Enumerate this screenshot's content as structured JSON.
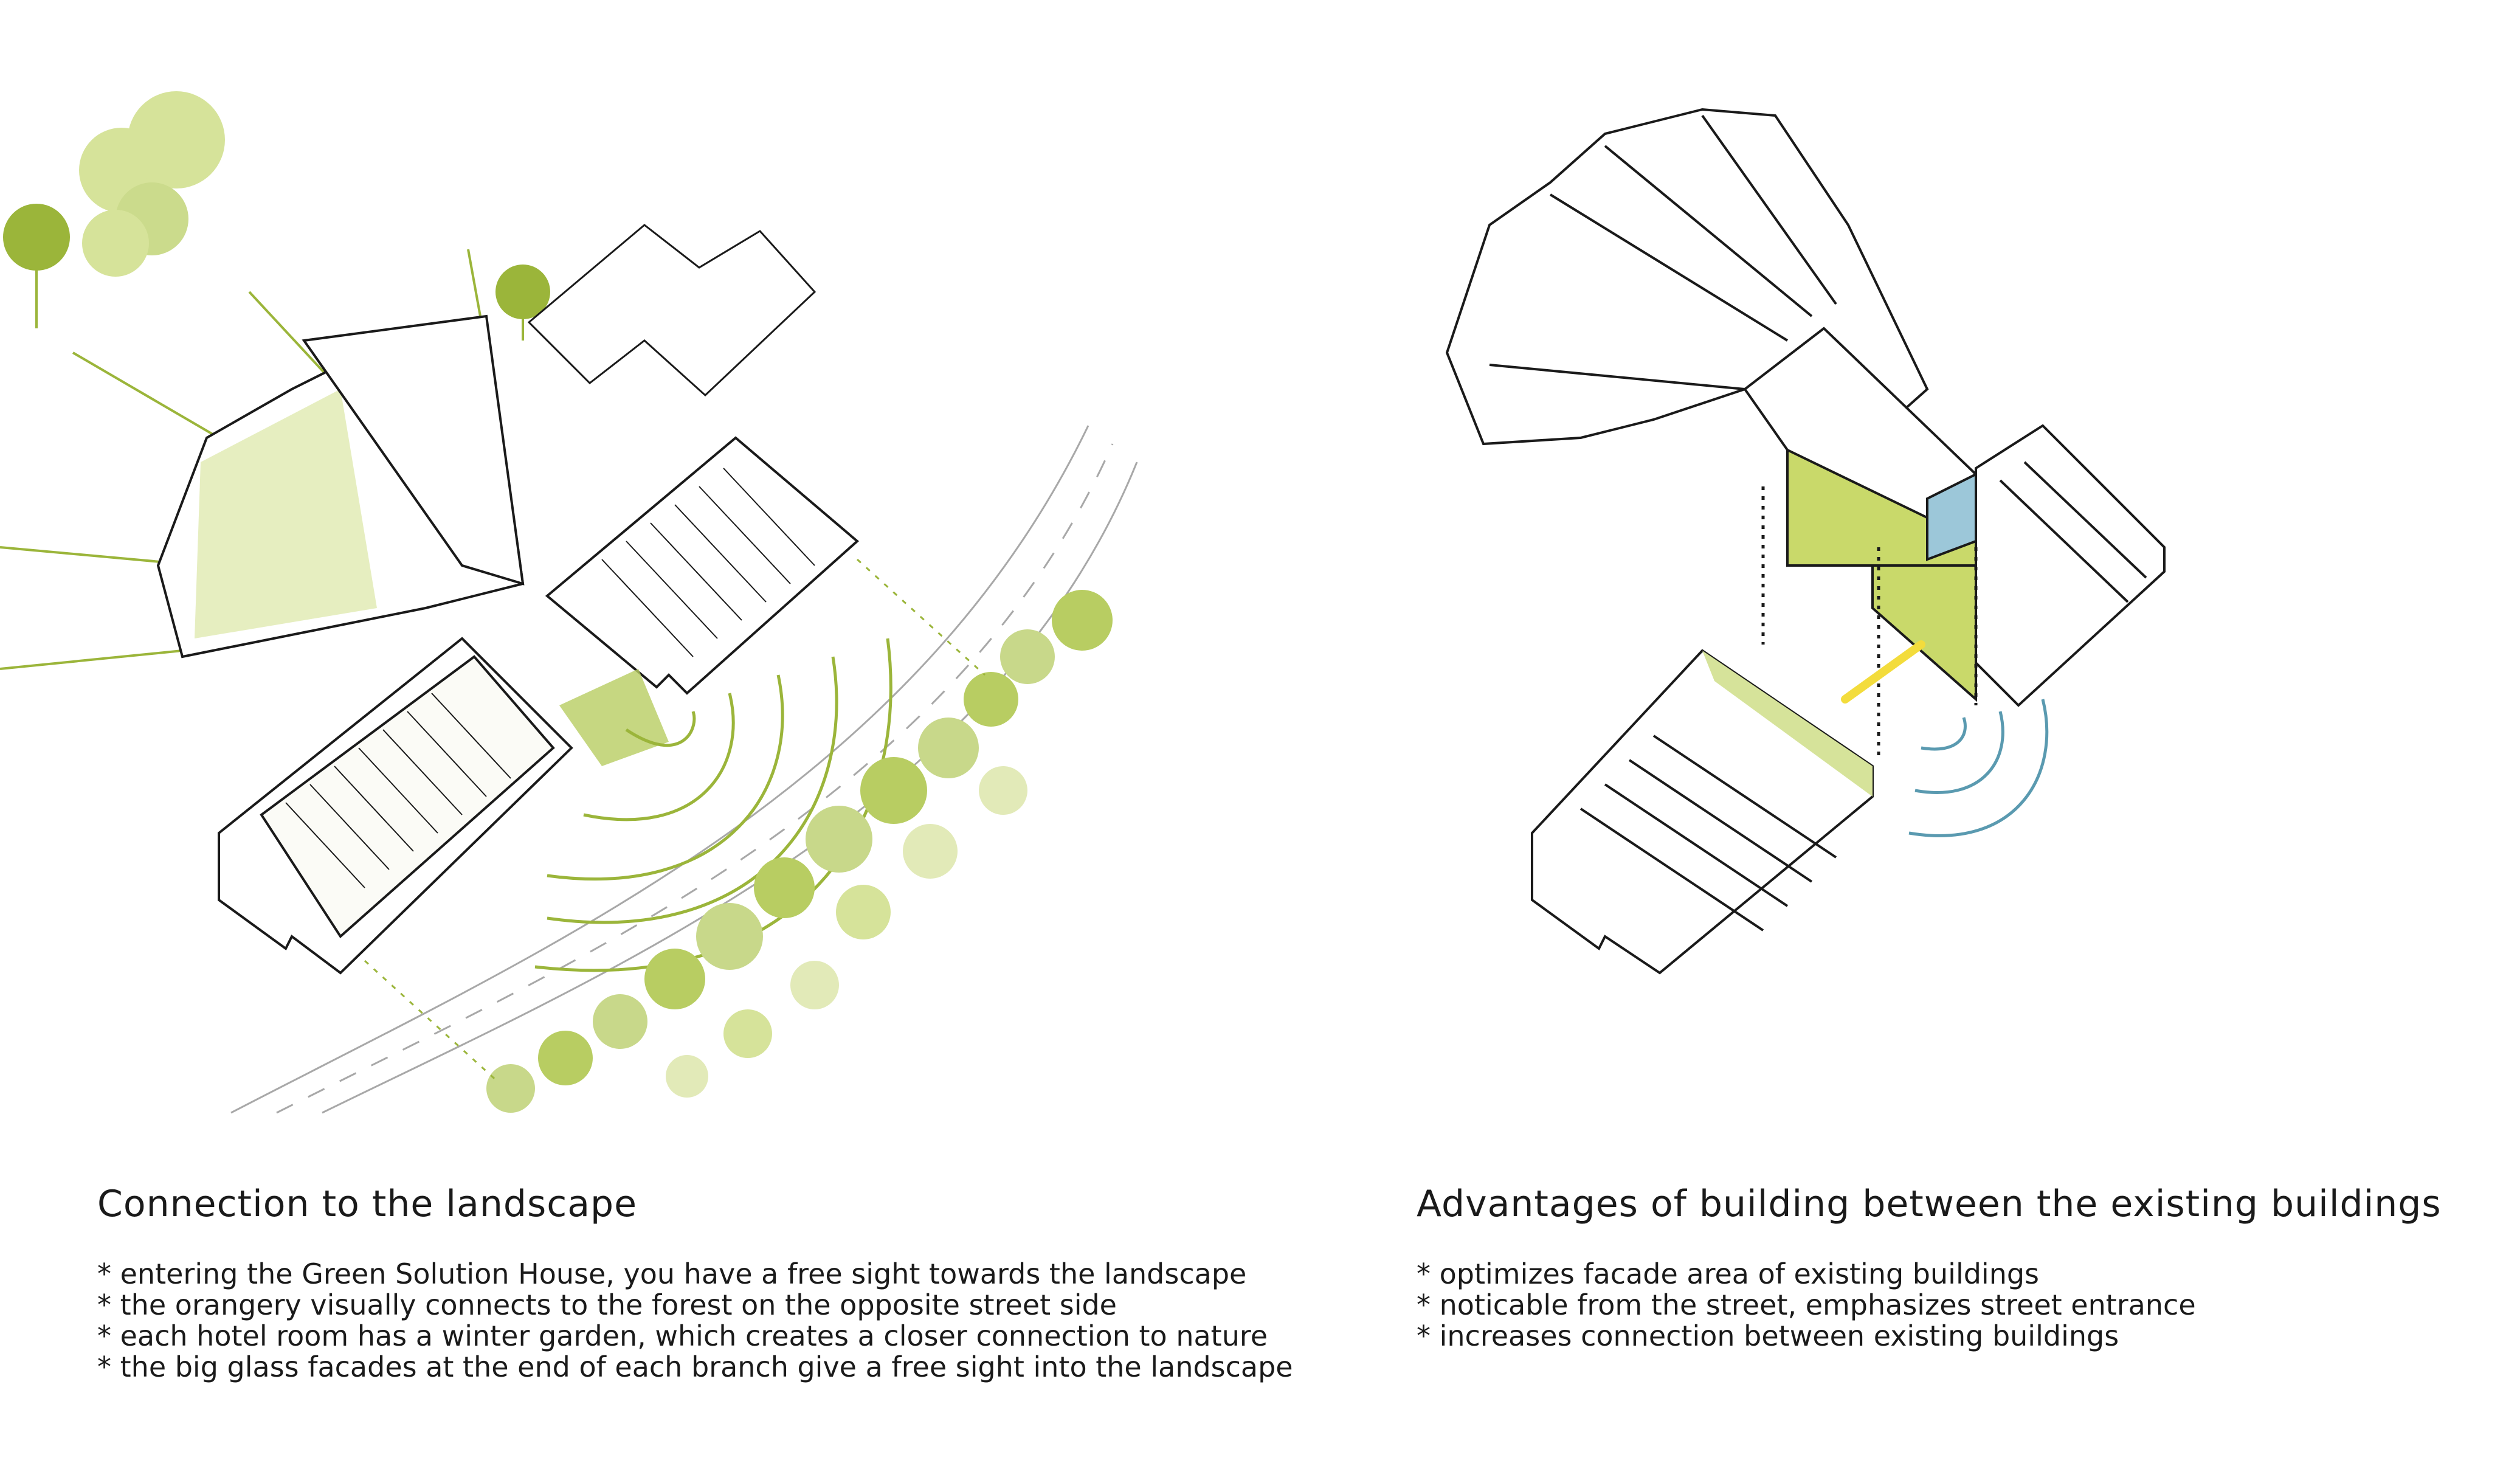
{
  "left_panel": {
    "title": "Connection to the landscape",
    "bullets": [
      "* entering the Green Solution House, you have a free sight towards the landscape",
      "* the orangery visually connects to the forest on the opposite street side",
      "* each hotel room has a winter garden, which creates a closer connection to nature",
      "* the big glass facades at the end of each branch give a free sight into the landscape"
    ]
  },
  "right_panel": {
    "title": "Advantages of building between the existing buildings",
    "bullets": [
      "* optimizes facade area of existing buildings",
      "* noticable from the street, emphasizes street entrance",
      "* increases connection between existing buildings"
    ]
  },
  "colors": {
    "green": "#9bb53a",
    "light_green": "#d6e39a",
    "tree_green": "#c8d88a",
    "blue": "#5a9ab0",
    "light_blue": "#9cc7d9",
    "yellow": "#f3dc3c",
    "line": "#1a1a1a",
    "road": "#9a9a9a"
  },
  "icons": [
    "tree-icon",
    "sightline-icon",
    "signal-arc-icon"
  ]
}
